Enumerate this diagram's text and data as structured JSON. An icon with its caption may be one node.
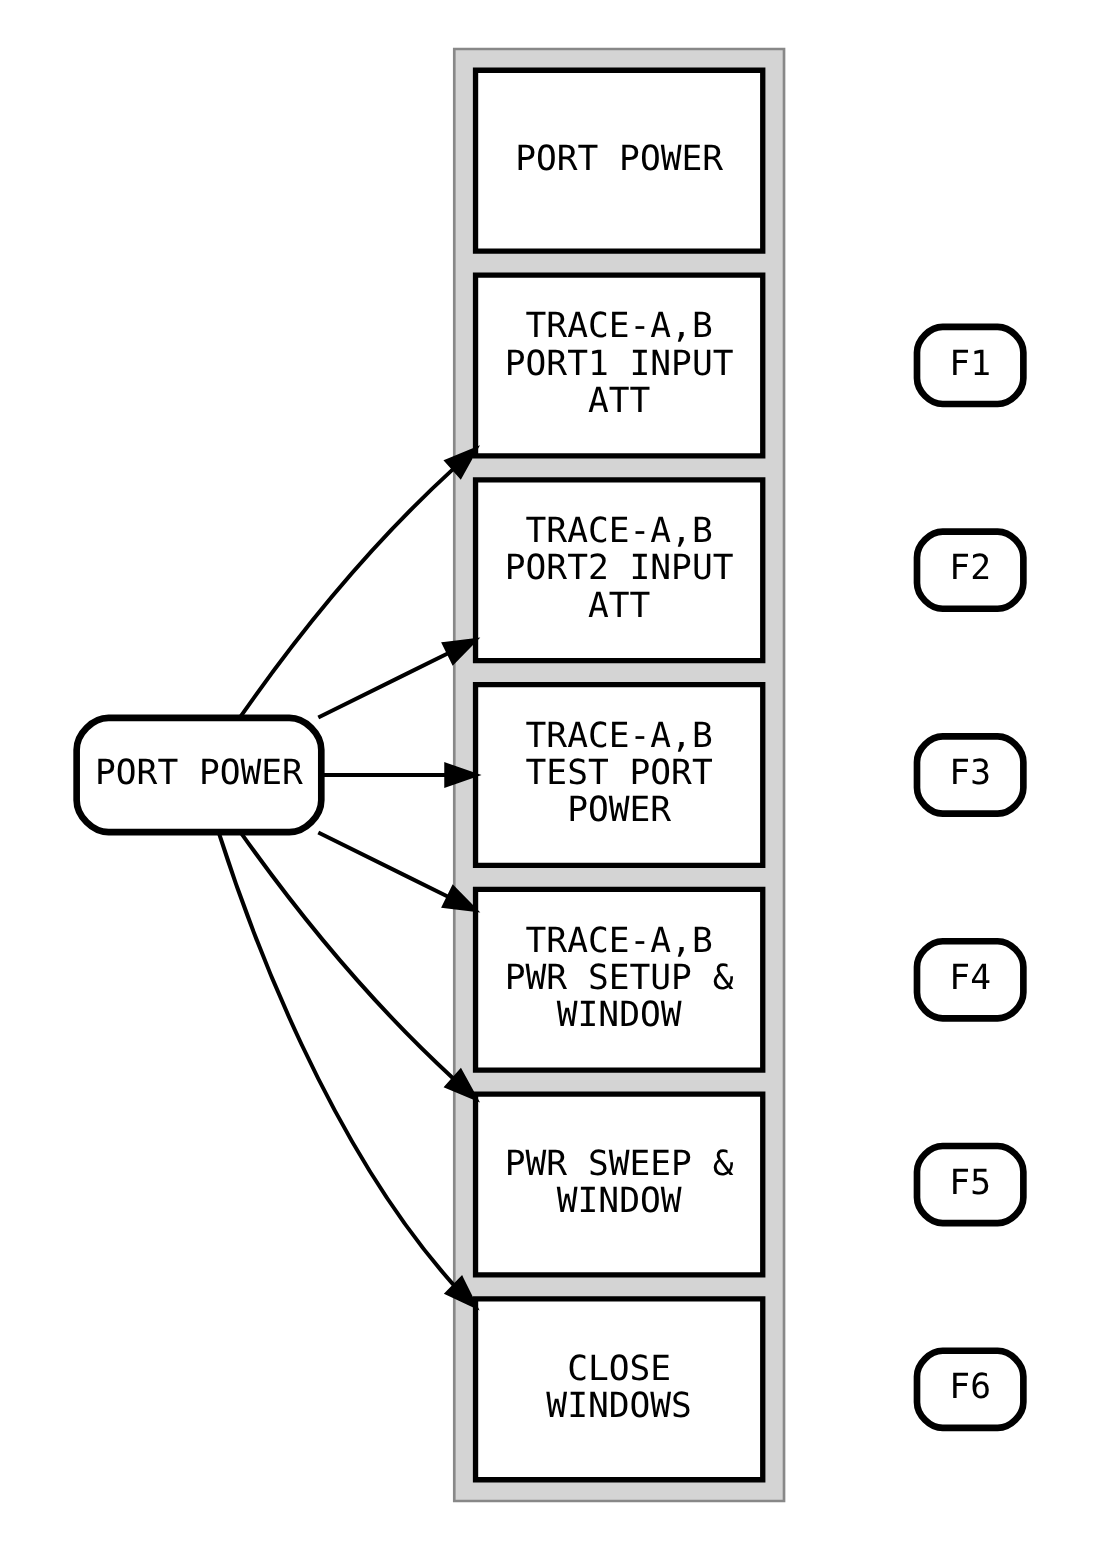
{
  "diagram": {
    "nodes": [
      {
        "text": [
          "PORT POWER"
        ]
      },
      {
        "text": [],
        "shape": "box"
      },
      {
        "text": [
          "PORT POWER"
        ],
        "in": 1
      },
      {
        "text": [
          "TRACE-A,B PORT1 INPUT ATT"
        ],
        "in": 1
      },
      {
        "text": [
          "TRACE-A,B PORT2 INPUT ATT"
        ],
        "in": 1
      },
      {
        "text": [
          "TRACE-A,B TEST PORT POWER"
        ],
        "in": 1
      },
      {
        "text": [
          "TRACE-A,B PWR SETUP & WINDOW"
        ],
        "in": 1
      },
      {
        "text": [
          "PWR SWEEP & WINDOW"
        ],
        "in": 1
      },
      {
        "text": [
          "CLOSE WINDOWS"
        ],
        "in": 1
      },
      {
        "text": [
          "F1"
        ]
      },
      {
        "text": [
          "F2"
        ]
      },
      {
        "text": [
          "F3"
        ]
      },
      {
        "text": [
          "F4"
        ]
      },
      {
        "text": [
          "F5"
        ]
      },
      {
        "text": [
          "F6"
        ]
      }
    ],
    "edges": [
      {
        "from": 0,
        "to": 3,
        "arrow": "to"
      },
      {
        "from": 0,
        "to": 4,
        "arrow": "to"
      },
      {
        "from": 0,
        "to": 5,
        "arrow": "to"
      },
      {
        "from": 0,
        "to": 6,
        "arrow": "to"
      },
      {
        "from": 0,
        "to": 7,
        "arrow": "to"
      },
      {
        "from": 0,
        "to": 8,
        "arrow": "to"
      }
    ]
  }
}
